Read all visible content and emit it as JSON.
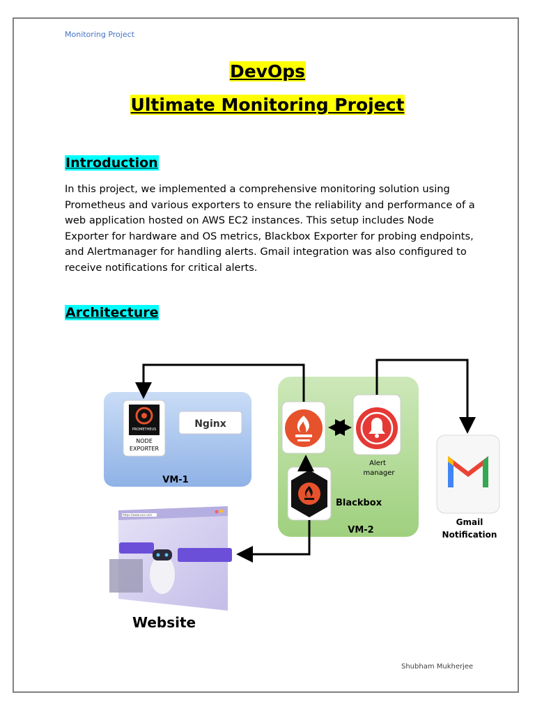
{
  "header": {
    "project_label": "Monitoring Project"
  },
  "title": {
    "line1": "DevOps",
    "line2": "Ultimate Monitoring Project"
  },
  "sections": {
    "introduction": {
      "heading": "Introduction",
      "body": "In this project, we implemented a comprehensive monitoring solution using Prometheus and various exporters to ensure the reliability and performance of a web application hosted on AWS EC2 instances. This setup includes Node Exporter for hardware and OS metrics, Blackbox Exporter for probing endpoints, and Alertmanager for handling alerts. Gmail integration was also configured to receive notifications for critical alerts."
    },
    "architecture": {
      "heading": "Architecture"
    }
  },
  "diagram": {
    "vm1_label": "VM-1",
    "vm2_label": "VM-2",
    "nginx_label": "Nginx",
    "node_exporter_label_line1": "NODE",
    "node_exporter_label_line2": "EXPORTER",
    "prometheus_logo_text": "PROMETHEUS",
    "alert_manager_line1": "Alert",
    "alert_manager_line2": "manager",
    "blackbox_label": "Blackbox",
    "gmail_line1": "Gmail",
    "gmail_line2": "Notification",
    "website_label": "Website",
    "website_url": "https://www.xxx.com",
    "colors": {
      "vm1_fill": "#a9c6ee",
      "vm2_fill": "#b6dc9e",
      "prometheus_orange": "#e6522c",
      "alert_red": "#e53935",
      "arrow": "#000000"
    }
  },
  "footer": {
    "author": "Shubham Mukherjee"
  }
}
